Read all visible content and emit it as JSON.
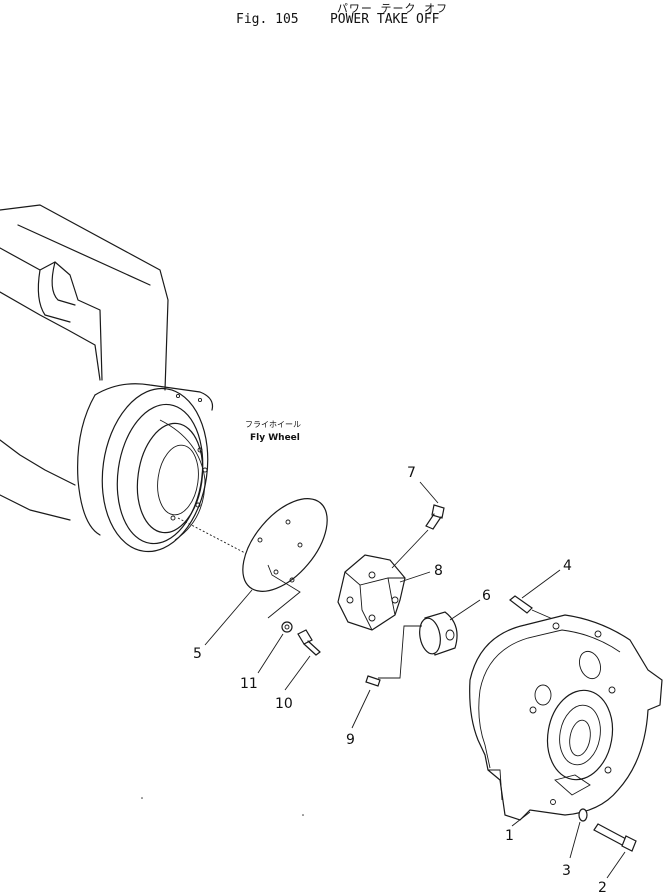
{
  "figure": {
    "title_ja": "パワー テーク オフ",
    "number": "Fig. 105",
    "title_en": "POWER TAKE OFF"
  },
  "labels": {
    "flywheel_ja": "フライホイール",
    "flywheel_en": "Fly Wheel"
  },
  "callouts": {
    "c1": "1",
    "c2": "2",
    "c3": "3",
    "c4": "4",
    "c5": "5",
    "c6": "6",
    "c7": "7",
    "c8": "8",
    "c9": "9",
    "c10": "10",
    "c11": "11"
  }
}
